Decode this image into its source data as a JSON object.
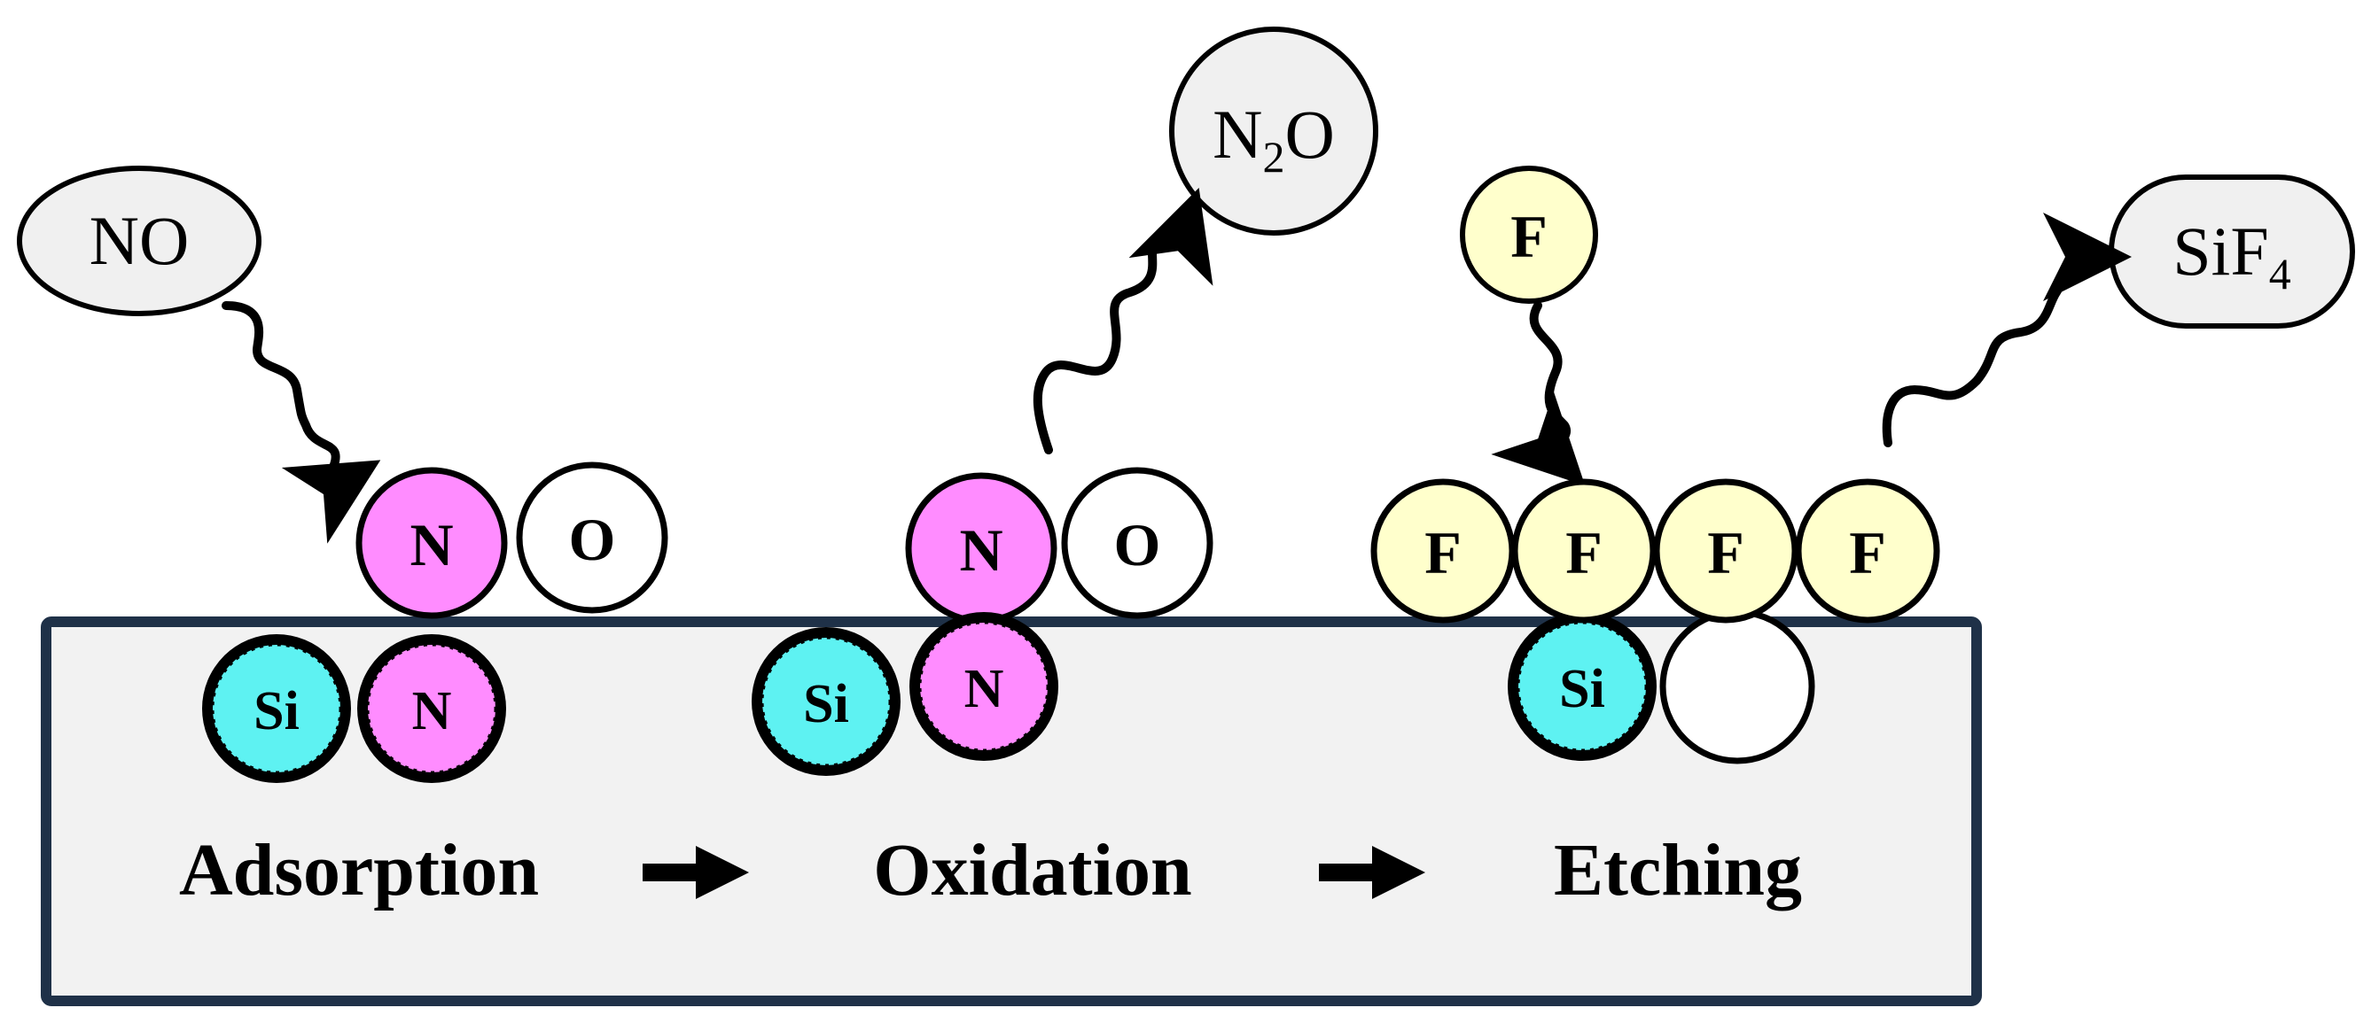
{
  "colors": {
    "substrate_fill": "#f2f2f2",
    "substrate_stroke": "#1f3148",
    "nitrogen": "#ff8cff",
    "silicon": "#5ef2f2",
    "fluorine": "#ffffcc",
    "oxygen": "#ffffff",
    "gas_bubble": "#f0f0f0",
    "outline": "#000000"
  },
  "gases": {
    "no": "NO",
    "n2o": {
      "main_1": "N",
      "sub": "2",
      "main_2": "O"
    },
    "f": "F",
    "sif4": {
      "main": "SiF",
      "sub": "4"
    }
  },
  "atoms": {
    "n": "N",
    "o": "O",
    "si": "Si",
    "f": "F"
  },
  "stages": {
    "adsorption": "Adsorption",
    "oxidation": "Oxidation",
    "etching": "Etching"
  },
  "icons": {
    "wavy_arrow": "wavy-arrow-icon",
    "step_arrow": "right-arrow-icon"
  }
}
